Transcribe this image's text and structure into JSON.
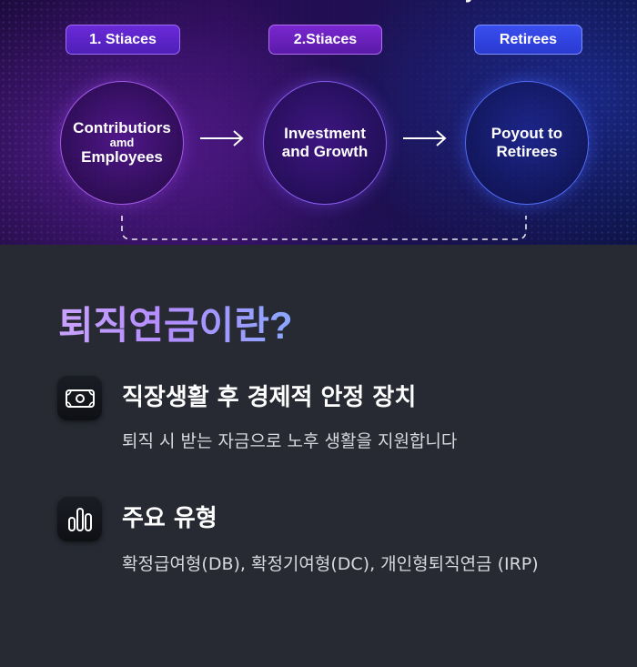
{
  "banner": {
    "top_glyph": "y",
    "steps": [
      {
        "label": "1. Stiaces"
      },
      {
        "label": "2.Stiaces"
      },
      {
        "label": "Retirees"
      }
    ],
    "nodes": [
      {
        "line1": "Contributiors",
        "line2": "amd",
        "line3": "Employees"
      },
      {
        "line1": "Investment",
        "line2": "and Growth"
      },
      {
        "line1": "Poyout to",
        "line2": "Retirees"
      }
    ]
  },
  "section": {
    "title": "퇴직연금이란?",
    "features": [
      {
        "icon": "banknote-icon",
        "title": "직장생활 후 경제적 안정 장치",
        "description": "퇴직 시 받는 자금으로 노후 생활을 지원합니다"
      },
      {
        "icon": "bar-chart-icon",
        "title": "주요 유형",
        "description": "확정급여형(DB), 확정기여형(DC), 개인형퇴직연금 (IRP)"
      }
    ]
  },
  "colors": {
    "background": "#272a33",
    "title_gradient_start": "#c9a2ff",
    "title_gradient_end": "#8aa8ff",
    "pill_purple": "#5a1fc0",
    "pill_blue": "#2f42e0"
  }
}
